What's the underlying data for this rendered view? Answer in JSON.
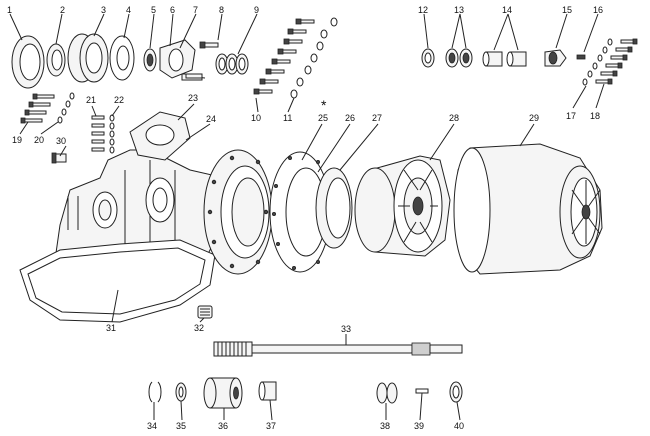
{
  "asterisk": "*",
  "callouts": [
    {
      "num": "1"
    },
    {
      "num": "2"
    },
    {
      "num": "3"
    },
    {
      "num": "4"
    },
    {
      "num": "5"
    },
    {
      "num": "6"
    },
    {
      "num": "7"
    },
    {
      "num": "8"
    },
    {
      "num": "9"
    },
    {
      "num": "10"
    },
    {
      "num": "11"
    },
    {
      "num": "12"
    },
    {
      "num": "13"
    },
    {
      "num": "14"
    },
    {
      "num": "15"
    },
    {
      "num": "16"
    },
    {
      "num": "17"
    },
    {
      "num": "18"
    },
    {
      "num": "19"
    },
    {
      "num": "20"
    },
    {
      "num": "21"
    },
    {
      "num": "22"
    },
    {
      "num": "23"
    },
    {
      "num": "24"
    },
    {
      "num": "25"
    },
    {
      "num": "26"
    },
    {
      "num": "27"
    },
    {
      "num": "28"
    },
    {
      "num": "29"
    },
    {
      "num": "30"
    },
    {
      "num": "31"
    },
    {
      "num": "32"
    },
    {
      "num": "33"
    },
    {
      "num": "34"
    },
    {
      "num": "35"
    },
    {
      "num": "36"
    },
    {
      "num": "37"
    },
    {
      "num": "38"
    },
    {
      "num": "39"
    },
    {
      "num": "40"
    }
  ]
}
